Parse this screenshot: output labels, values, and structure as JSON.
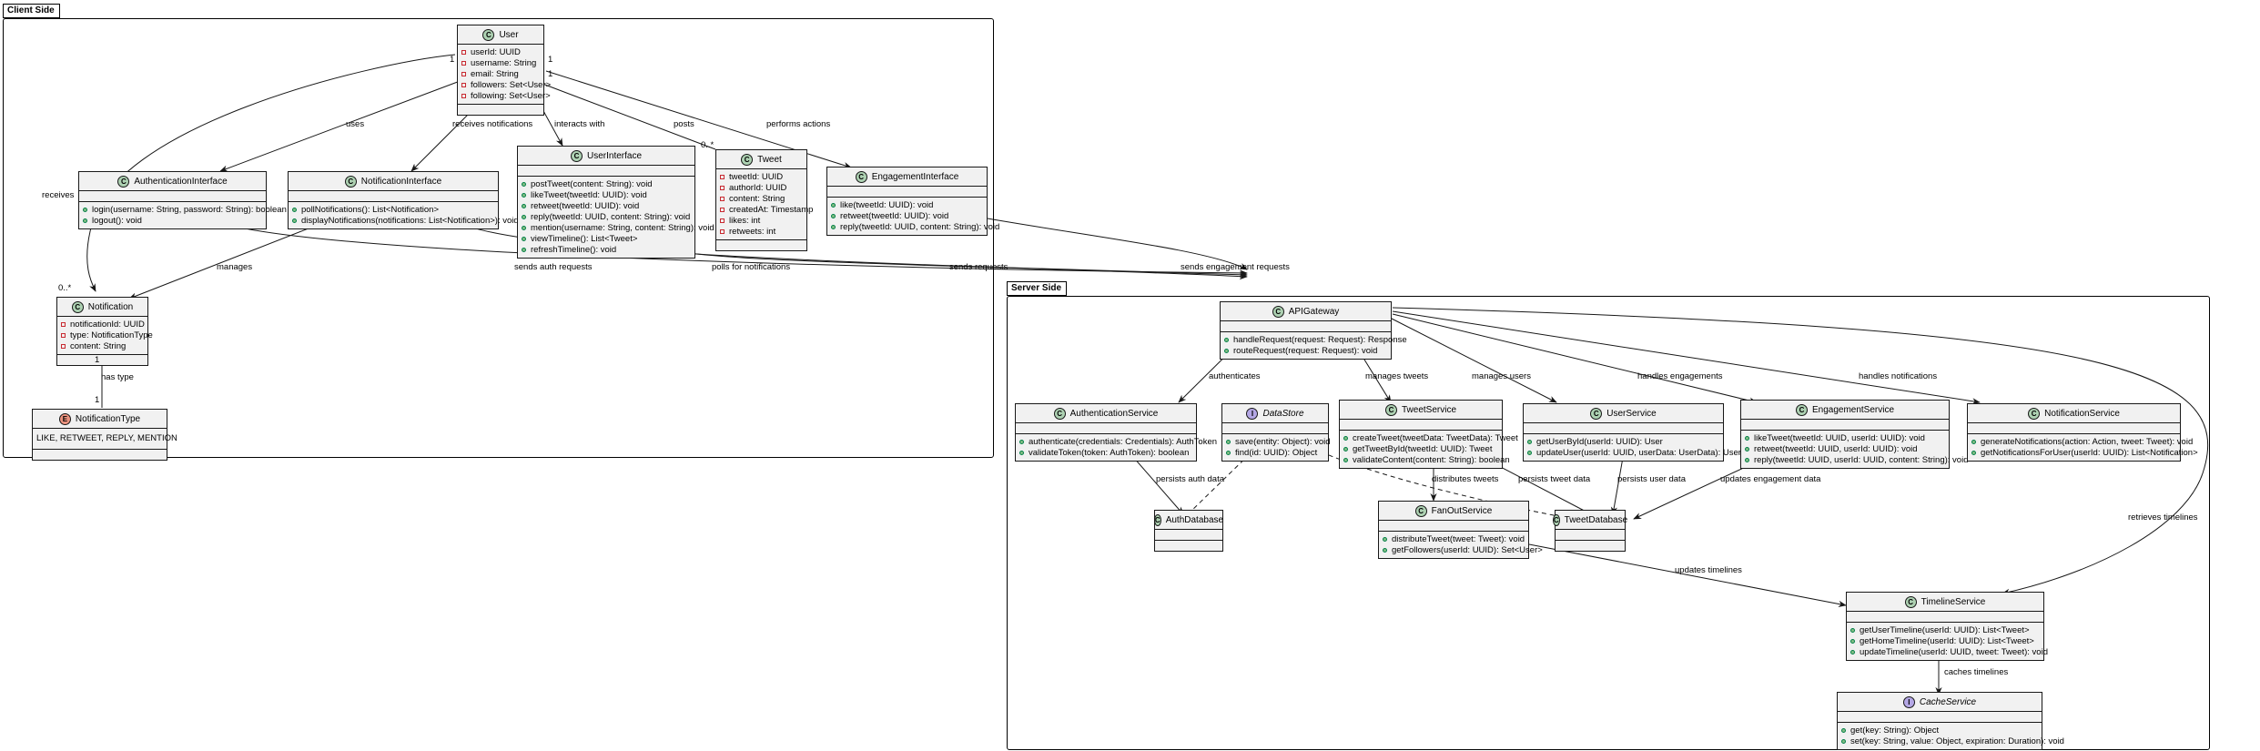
{
  "packages": {
    "client": "Client Side",
    "server": "Server Side"
  },
  "classes": {
    "user": {
      "name": "User",
      "kind": "C",
      "fields": [
        "userId: UUID",
        "username: String",
        "email: String",
        "followers: Set<User>",
        "following: Set<User>"
      ],
      "methods": []
    },
    "authInterface": {
      "name": "AuthenticationInterface",
      "kind": "C",
      "fields": [],
      "methods": [
        "login(username: String, password: String): boolean",
        "logout(): void"
      ]
    },
    "notifInterface": {
      "name": "NotificationInterface",
      "kind": "C",
      "fields": [],
      "methods": [
        "pollNotifications(): List<Notification>",
        "displayNotifications(notifications: List<Notification>): void"
      ]
    },
    "userInterface": {
      "name": "UserInterface",
      "kind": "C",
      "fields": [],
      "methods": [
        "postTweet(content: String): void",
        "likeTweet(tweetId: UUID): void",
        "retweet(tweetId: UUID): void",
        "reply(tweetId: UUID, content: String): void",
        "mention(username: String, content: String): void",
        "viewTimeline(): List<Tweet>",
        "refreshTimeline(): void"
      ]
    },
    "tweet": {
      "name": "Tweet",
      "kind": "C",
      "fields": [
        "tweetId: UUID",
        "authorId: UUID",
        "content: String",
        "createdAt: Timestamp",
        "likes: int",
        "retweets: int"
      ],
      "methods": []
    },
    "engInterface": {
      "name": "EngagementInterface",
      "kind": "C",
      "fields": [],
      "methods": [
        "like(tweetId: UUID): void",
        "retweet(tweetId: UUID): void",
        "reply(tweetId: UUID, content: String): void"
      ]
    },
    "notification": {
      "name": "Notification",
      "kind": "C",
      "fields": [
        "notificationId: UUID",
        "type: NotificationType",
        "content: String"
      ],
      "methods": []
    },
    "notificationType": {
      "name": "NotificationType",
      "kind": "E",
      "values": "LIKE, RETWEET, REPLY, MENTION"
    },
    "apiGateway": {
      "name": "APIGateway",
      "kind": "C",
      "fields": [],
      "methods": [
        "handleRequest(request: Request): Response",
        "routeRequest(request: Request): void"
      ]
    },
    "authService": {
      "name": "AuthenticationService",
      "kind": "C",
      "fields": [],
      "methods": [
        "authenticate(credentials: Credentials): AuthToken",
        "validateToken(token: AuthToken): boolean"
      ]
    },
    "dataStore": {
      "name": "DataStore",
      "kind": "I",
      "fields": [],
      "methods": [
        "save(entity: Object): void",
        "find(id: UUID): Object"
      ]
    },
    "tweetService": {
      "name": "TweetService",
      "kind": "C",
      "fields": [],
      "methods": [
        "createTweet(tweetData: TweetData): Tweet",
        "getTweetById(tweetId: UUID): Tweet",
        "validateContent(content: String): boolean"
      ]
    },
    "userService": {
      "name": "UserService",
      "kind": "C",
      "fields": [],
      "methods": [
        "getUserById(userId: UUID): User",
        "updateUser(userId: UUID, userData: UserData): User"
      ]
    },
    "engService": {
      "name": "EngagementService",
      "kind": "C",
      "fields": [],
      "methods": [
        "likeTweet(tweetId: UUID, userId: UUID): void",
        "retweet(tweetId: UUID, userId: UUID): void",
        "reply(tweetId: UUID, userId: UUID, content: String): void"
      ]
    },
    "notifService": {
      "name": "NotificationService",
      "kind": "C",
      "fields": [],
      "methods": [
        "generateNotifications(action: Action, tweet: Tweet): void",
        "getNotificationsForUser(userId: UUID): List<Notification>"
      ]
    },
    "authDb": {
      "name": "AuthDatabase",
      "kind": "C",
      "fields": [],
      "methods": []
    },
    "fanOut": {
      "name": "FanOutService",
      "kind": "C",
      "fields": [],
      "methods": [
        "distributeTweet(tweet: Tweet): void",
        "getFollowers(userId: UUID): Set<User>"
      ]
    },
    "tweetDb": {
      "name": "TweetDatabase",
      "kind": "C",
      "fields": [],
      "methods": []
    },
    "timeline": {
      "name": "TimelineService",
      "kind": "C",
      "fields": [],
      "methods": [
        "getUserTimeline(userId: UUID): List<Tweet>",
        "getHomeTimeline(userId: UUID): List<Tweet>",
        "updateTimeline(userId: UUID, tweet: Tweet): void"
      ]
    },
    "cache": {
      "name": "CacheService",
      "kind": "I",
      "fields": [],
      "methods": [
        "get(key: String): Object",
        "set(key: String, value: Object, expiration: Duration): void"
      ]
    }
  },
  "edge_labels": {
    "uses": "uses",
    "receives_notifications": "receives notifications",
    "interacts_with": "interacts with",
    "posts": "posts",
    "performs_actions": "performs actions",
    "receives": "receives",
    "manages": "manages",
    "has_type": "has type",
    "sends_auth_requests": "sends auth requests",
    "polls_for_notifications": "polls for notifications",
    "sends_requests": "sends requests",
    "sends_engagement_requests": "sends engagement requests",
    "authenticates": "authenticates",
    "manages_tweets": "manages tweets",
    "manages_users": "manages users",
    "handles_engagements": "handles engagements",
    "handles_notifications": "handles notifications",
    "retrieves_timelines": "retrieves timelines",
    "persists_auth_data": "persists auth data",
    "distributes_tweets": "distributes tweets",
    "persists_tweet_data": "persists tweet data",
    "persists_user_data": "persists user data",
    "updates_engagement_data": "updates engagement data",
    "updates_timelines": "updates timelines",
    "caches_timelines": "caches timelines"
  },
  "multiplicities": {
    "user_notif_a": "1",
    "user_notif_b": "0..*",
    "user_tweet_a": "1",
    "user_tweet_b": "0..*",
    "notif_type_a": "1",
    "notif_type_b": "1",
    "user_eng": "1"
  }
}
